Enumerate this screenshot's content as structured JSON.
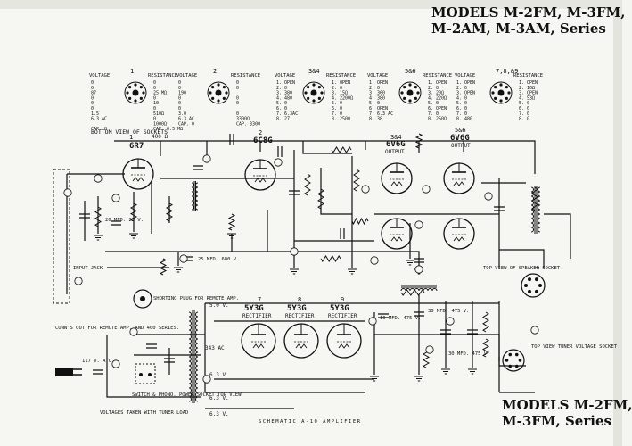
{
  "header": {
    "title_line1": "MODELS M-2FM, M-3FM,",
    "title_line2": "M-2AM, M-3AM, Series"
  },
  "footer": {
    "title_line1": "MODELS M-2FM,",
    "title_line2": "M-3FM, Series",
    "schematic_caption": "SCHEMATIC A-10 AMPLIFIER"
  },
  "socket_table": {
    "voltage_header": "VOLTAGE",
    "resistance_header": "RESISTANCE",
    "caption": "BOTTOM VIEW OF SOCKETS",
    "groups": [
      {
        "label": "1",
        "voltages": [
          "0",
          "0",
          "87",
          "0",
          "0",
          "0",
          "1.5",
          "6.3 AC",
          "",
          "CAP. 0"
        ],
        "resistances": [
          "0",
          "0",
          "25 MΩ",
          "0",
          "10",
          "0",
          "510Ω",
          "0",
          "1000Ω",
          "CAP. 0.5 MΩ"
        ]
      },
      {
        "label": "2",
        "voltages": [
          "0",
          "0",
          "190",
          "0",
          "0",
          "0",
          "3.0",
          "6.3 AC",
          "CAP. 0"
        ],
        "resistances": [
          "0",
          "0",
          "",
          "0",
          "0",
          "",
          "0",
          "3300Ω",
          "CAP. 3300"
        ]
      },
      {
        "label": "3&4",
        "voltages": [
          "1. OPEN",
          "2. 0",
          "3. 380",
          "4. 480",
          "5. 0",
          "6. 0",
          "7. 6.3AC",
          "8. 27"
        ],
        "resistances": [
          "1. OPEN",
          "2. 0",
          "3. 15Ω",
          "4. 2200Ω",
          "5. 0",
          "6. 0",
          "7. 0",
          "8. 250Ω"
        ]
      },
      {
        "label": "5&6",
        "voltages": [
          "1. OPEN",
          "2. 0",
          "3. 360",
          "4. 380",
          "5. 0",
          "6. OPEN",
          "7. 6.3 AC",
          "8. 38"
        ],
        "resistances": [
          "1. OPEN",
          "2. 0",
          "3. 20Ω",
          "4. 220Ω",
          "5. 0",
          "6. OPEN",
          "7. 0",
          "8. 250Ω"
        ]
      },
      {
        "label": "7,8,&9",
        "voltages": [
          "1. OPEN",
          "2. 0",
          "3. OPEN",
          "4. 0",
          "5. 0",
          "6. 0",
          "7. 0",
          "8. 480"
        ],
        "resistances": [
          "1. OPEN",
          "2. 10Ω",
          "3. OPEN",
          "4. 53Ω",
          "5. 0",
          "6. 0",
          "7. 0",
          "8. 0"
        ]
      }
    ]
  },
  "tubes": [
    {
      "number": "1",
      "type": "6R7"
    },
    {
      "number": "2",
      "type": "6C8G"
    },
    {
      "number": "3&4",
      "type": "6V6G",
      "role": "OUTPUT"
    },
    {
      "number": "5&6",
      "type": "6V6G",
      "role": "OUTPUT"
    },
    {
      "number": "7",
      "type": "5Y3G",
      "role": "RECTIFIER"
    },
    {
      "number": "8",
      "type": "5Y3G",
      "role": "RECTIFIER"
    },
    {
      "number": "9",
      "type": "5Y3G",
      "role": "RECTIFIER"
    }
  ],
  "labels": {
    "input_jack": "INPUT JACK",
    "shorting_plug": "SHORTING PLUG FOR REMOTE AMP.",
    "top_view_speaker": "TOP VIEW OF SPEAKER SOCKET",
    "top_view_tuner": "TOP VIEW TUNER VOLTAGE SOCKET",
    "conn_note": "CONN'S OUT FOR REMOTE AMP. AND 400 SERIES.",
    "line_voltage": "117 V. A.C.",
    "switch_socket": "SWITCH & PHONO. POWER SOCKET TOP VIEW",
    "voltages_taken": "VOLTAGES TAKEN WITH TUNER LOAD",
    "v_5": "5.0 V.",
    "v_345ac": "343 AC",
    "v_63": "6.3 V.",
    "v_63b": "6.3 V.",
    "v_63c": "6.3 V.",
    "c_25mfd": "25 MFD. 600 V.",
    "c_20mfd": "20 MFD. 25 V.",
    "c_10mfd": "10 MFD. 475 V.",
    "c_30mfd": "30 MFD. 475 V.",
    "c_30mfd2": "30 MFD. 475 V.",
    "r_400": "400 Ω"
  }
}
